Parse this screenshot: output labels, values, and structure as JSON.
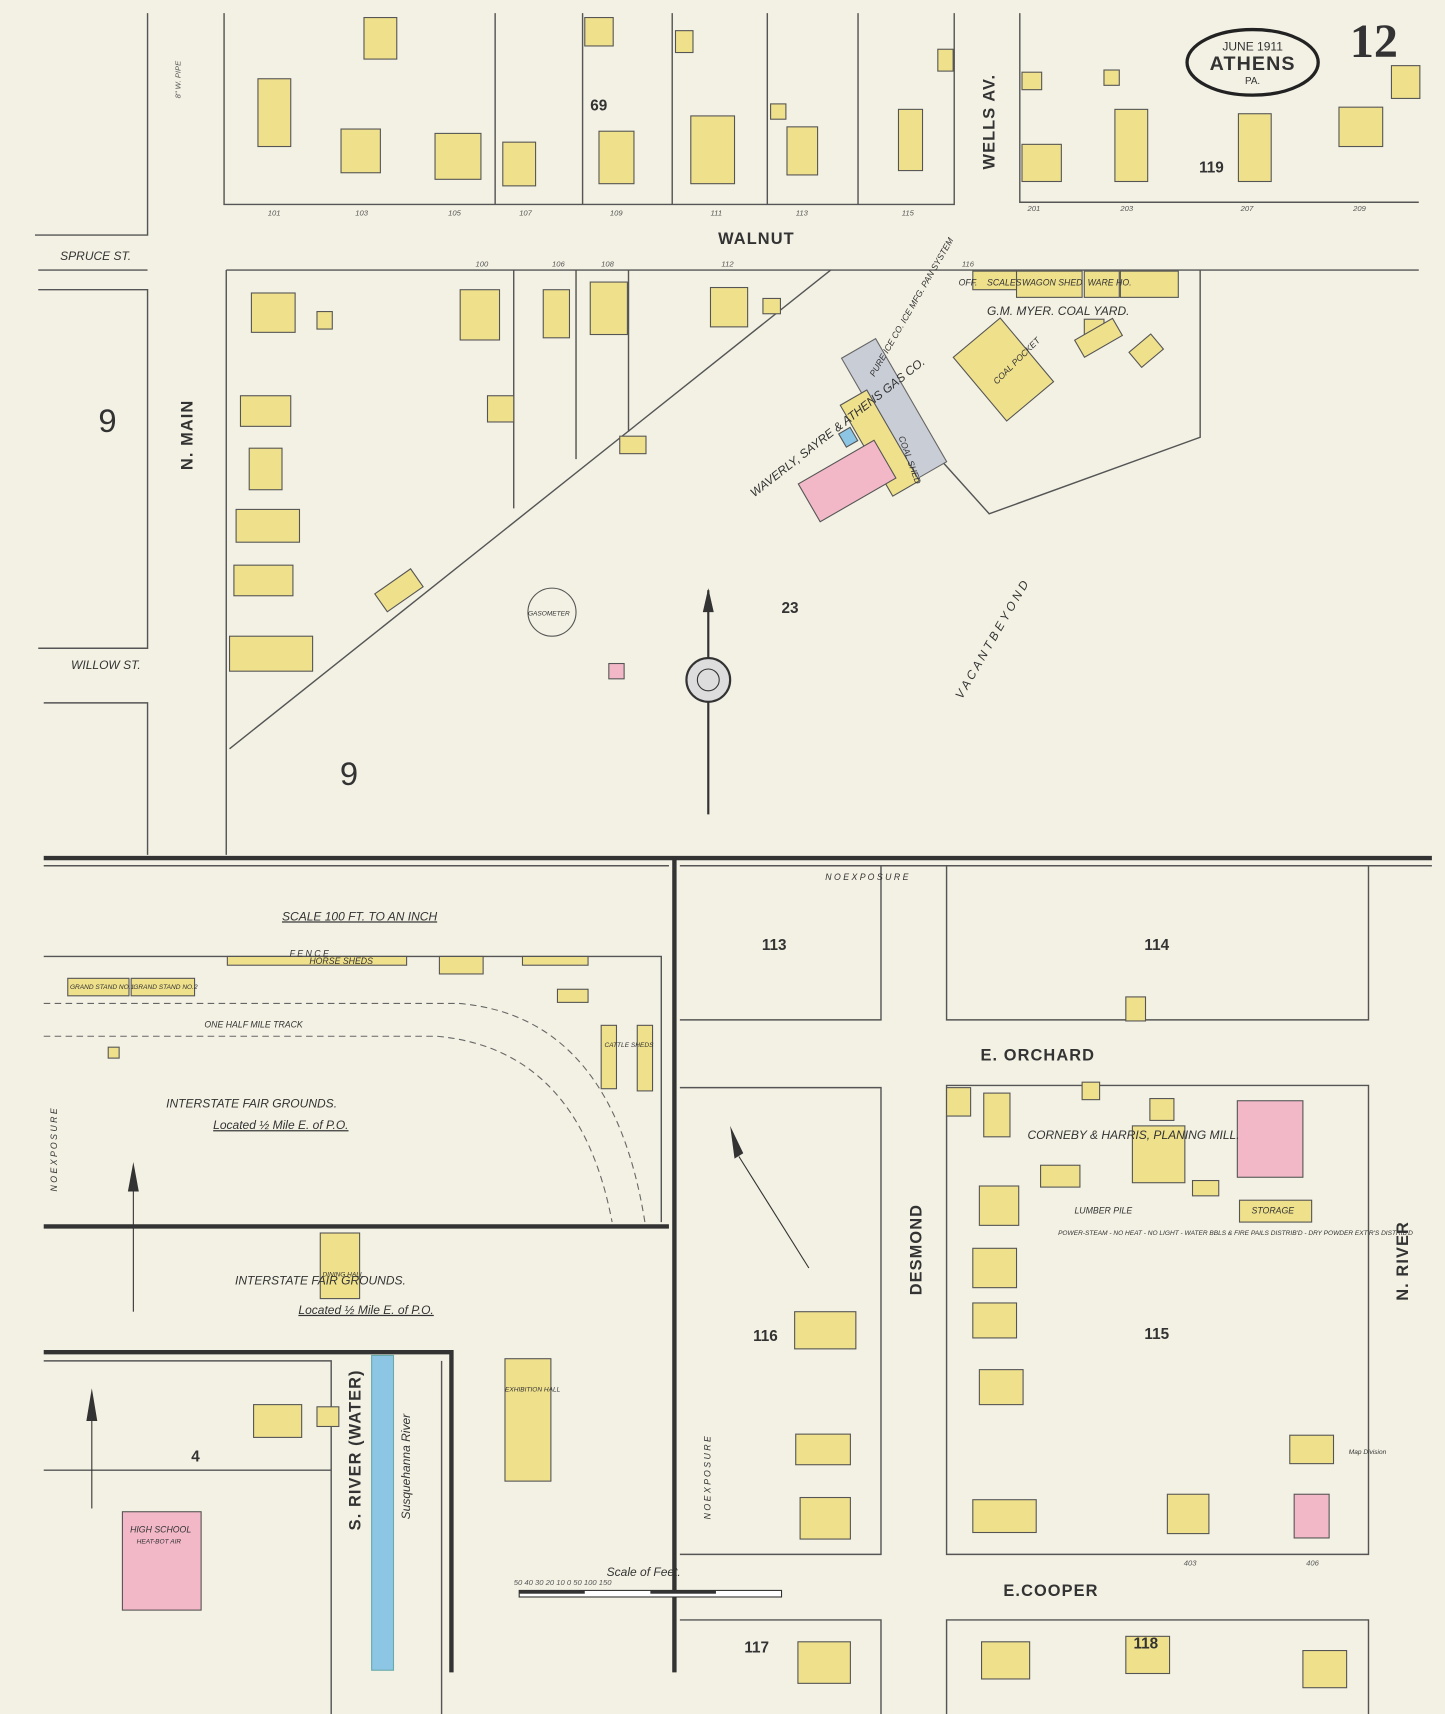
{
  "title": {
    "date": "JUNE 1911",
    "city": "ATHENS",
    "state": "PA.",
    "sheet_number": "12"
  },
  "streets": {
    "walnut": "WALNUT",
    "spruce": "SPRUCE ST.",
    "willow": "WILLOW ST.",
    "n_main": "N. MAIN",
    "wells": "WELLS AV.",
    "e_orchard": "E. ORCHARD",
    "e_cooper": "E.COOPER",
    "desmond": "DESMOND",
    "n_river": "N. RIVER",
    "s_river": "S. RIVER (WATER)",
    "river": "Susquehanna River"
  },
  "blocks": {
    "b69": "69",
    "b119": "119",
    "b9a": "9",
    "b9b": "9",
    "b23": "23",
    "b113": "113",
    "b114": "114",
    "b116": "116",
    "b115": "115",
    "b117": "117",
    "b118": "118",
    "b4": "4"
  },
  "places": {
    "gas_co": "WAVERLY, SAYRE & ATHENS GAS CO.",
    "ice_co": "PURE ICE CO. ICE MFG. PAN SYSTEM",
    "coal_yard": "G.M. MYER. COAL YARD.",
    "coal_shed": "COAL SHED",
    "coal_pocket": "COAL POCKET",
    "wagon_shed": "WAGON SHED",
    "ware_ho": "WARE HO.",
    "off": "OFF.",
    "scales": "SCALES",
    "gasometer": "GASOMETER",
    "vacant": "V A C A N T   B E Y O N D",
    "mill": "CORNEBY & HARRIS, PLANING MILL.",
    "planing_mill": "PLANING MILL",
    "lumber_pile": "LUMBER PILE",
    "storage": "STORAGE",
    "mill_note": "POWER-STEAM - NO HEAT - NO LIGHT - WATER BBLS & FIRE PAILS DISTRIB'D - DRY POWDER EXT'R'S DISTRIB'D",
    "fair1": "INTERSTATE   FAIR   GROUNDS.",
    "fair1_loc": "Located ½ Mile E. of P.O.",
    "fair2": "INTERSTATE   FAIR   GROUNDS.",
    "fair2_loc": "Located ½ Mile E. of P.O.",
    "track": "ONE HALF MILE TRACK",
    "grandstand1": "GRAND STAND NO.1",
    "grandstand2": "GRAND STAND NO.2",
    "fence": "F E N C E",
    "horse_sheds": "HORSE SHEDS",
    "cattle_sheds": "CATTLE SHEDS",
    "dining_hall": "DINING HALL",
    "exhibition_hall": "EXHIBITION HALL",
    "high_school": "HIGH SCHOOL",
    "high_school_note": "HEAT-BOT AIR",
    "no_exposure": "N O   E X P O S U R E",
    "scale_inch": "SCALE 100 FT. TO AN INCH",
    "scale_feet": "Scale of Feet.",
    "scale_ticks": "50 40 30 20 10 0        50        100        150",
    "pipe": "8\" W. PIPE",
    "stamp": "Map Division"
  },
  "addresses": {
    "top": [
      "101",
      "103",
      "105",
      "107",
      "109",
      "111",
      "113",
      "115"
    ],
    "top_east": [
      "201",
      "203",
      "207",
      "209"
    ],
    "walnut_south": [
      "100",
      "106",
      "108",
      "112",
      "116"
    ],
    "cooper": [
      "403",
      "406"
    ]
  },
  "colors": {
    "background": "#f3f1e4",
    "frame_building": "#efe08c",
    "brick_building": "#f2b8c8",
    "stone_building": "#8cc6e4",
    "water": "#8cc6e4"
  }
}
